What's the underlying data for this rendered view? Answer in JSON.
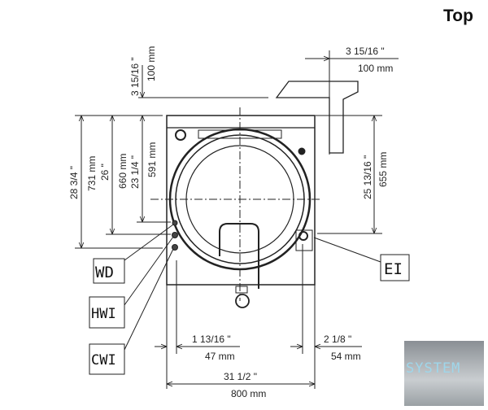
{
  "view_label": "Top",
  "dimensions": {
    "top_offset_in": "3 15/16 \"",
    "top_offset_mm": "100 mm",
    "duct_offset_in": "3 15/16 \"",
    "duct_offset_mm": "100 mm",
    "depth_total_in": "28 3/4 \"",
    "depth_total_mm": "731 mm",
    "depth_wd_in": "26 \"",
    "depth_wd_mm": "660 mm",
    "depth_door_in": "23 1/4 \"",
    "depth_door_mm": "591 mm",
    "depth_ei_in": "25 13/16 \"",
    "depth_ei_mm": "655 mm",
    "left_offset_in": "1 13/16 \"",
    "left_offset_mm": "47 mm",
    "right_offset_in": "2 1/8 \"",
    "right_offset_mm": "54 mm",
    "width_in": "31 1/2 \"",
    "width_mm": "800 mm"
  },
  "connections": {
    "wd": "WD",
    "hwi": "HWI",
    "cwi": "CWI",
    "ei": "EI"
  },
  "logo_text": "SYSTEM"
}
